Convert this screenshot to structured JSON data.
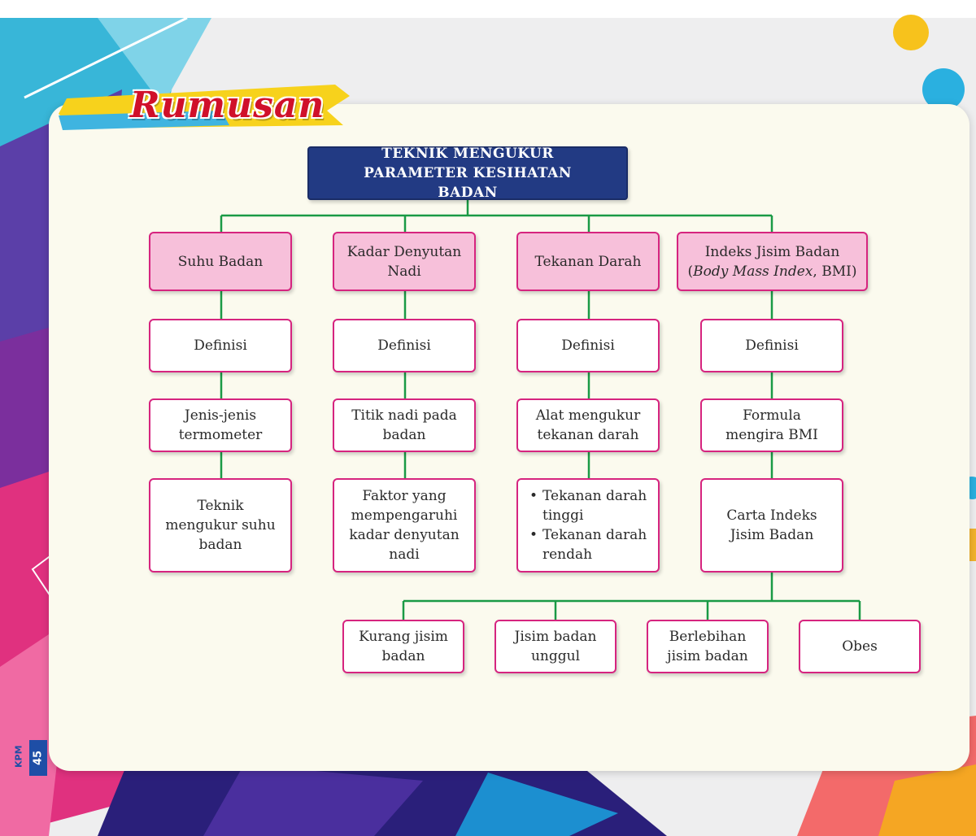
{
  "section_title": "Rumusan",
  "root": "TEKNIK MENGUKUR PARAMETER KESIHATAN BADAN",
  "columns": [
    {
      "category": "Suhu Badan",
      "items": [
        "Definisi",
        "Jenis-jenis termometer",
        "Teknik mengukur suhu badan"
      ]
    },
    {
      "category": "Kadar Denyutan Nadi",
      "items": [
        "Definisi",
        "Titik nadi pada badan",
        "Faktor yang mempengaruhi kadar denyutan nadi"
      ]
    },
    {
      "category": "Tekanan Darah",
      "items": [
        "Definisi",
        "Alat mengukur tekanan darah"
      ],
      "bullets": [
        "Tekanan darah tinggi",
        "Tekanan darah rendah"
      ]
    },
    {
      "category_main": "Indeks Jisim Badan",
      "category_sub_italic": "Body Mass Index",
      "category_sub_rest": ", BMI)",
      "category_sub_open": "(",
      "items": [
        "Definisi",
        "Formula mengira BMI",
        "Carta Indeks Jisim Badan"
      ]
    }
  ],
  "bmi_categories": [
    "Kurang jisim badan",
    "Jisim badan unggul",
    "Berlebihan jisim badan",
    "Obes"
  ],
  "page": {
    "number": "45",
    "label": "KPM"
  },
  "colors": {
    "root_fill": "#223a83",
    "category_fill": "#f7c0da",
    "box_border": "#d6247f",
    "connector": "#1a9a45",
    "title_red": "#d0102a"
  }
}
